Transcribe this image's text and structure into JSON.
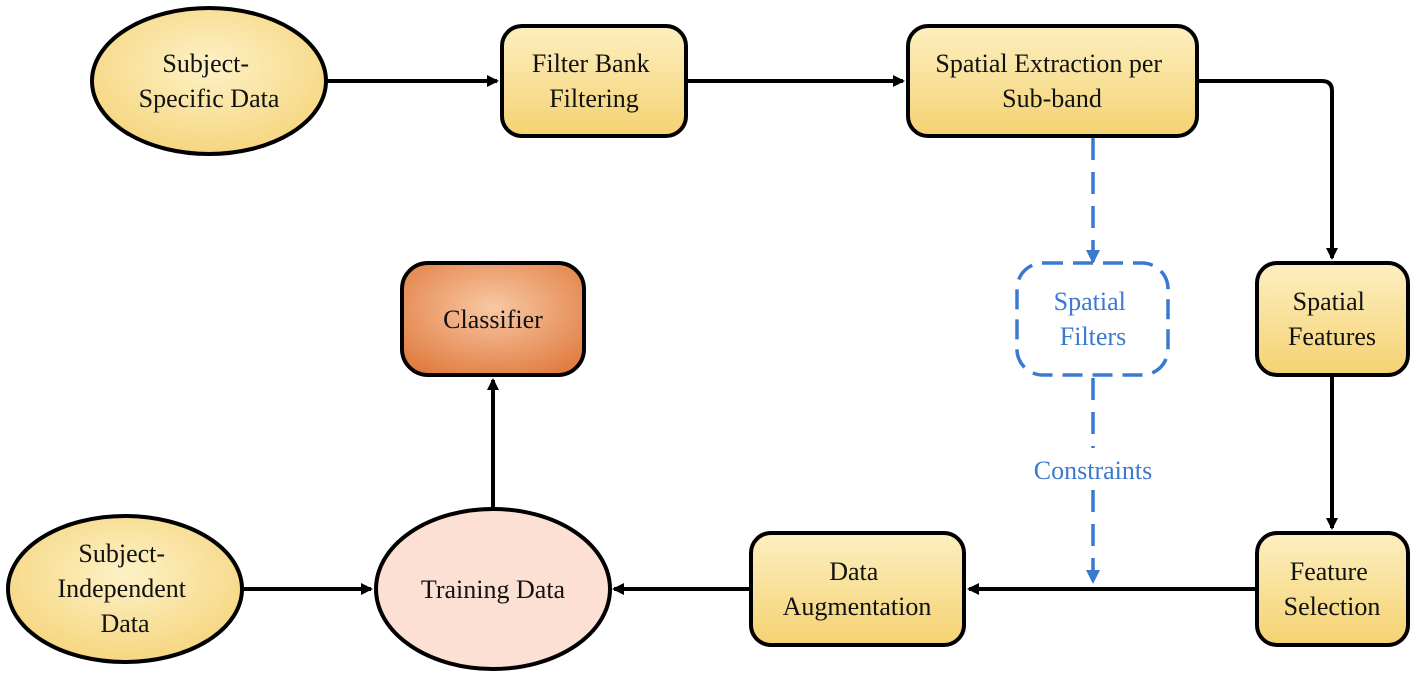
{
  "diagram": {
    "nodes": {
      "subject_specific_data": {
        "lines": [
          "Subject-",
          "Specific Data"
        ]
      },
      "filter_bank_filtering": {
        "lines": [
          "Filter Bank",
          "Filtering"
        ]
      },
      "spatial_extraction": {
        "lines": [
          "Spatial Extraction per",
          "Sub-band"
        ]
      },
      "spatial_features": {
        "lines": [
          "Spatial",
          "Features"
        ]
      },
      "feature_selection": {
        "lines": [
          "Feature",
          "Selection"
        ]
      },
      "data_augmentation": {
        "lines": [
          "Data",
          "Augmentation"
        ]
      },
      "training_data": {
        "lines": [
          "Training Data"
        ]
      },
      "classifier": {
        "lines": [
          "Classifier"
        ]
      },
      "subject_independent_data": {
        "lines": [
          "Subject-",
          "Independent",
          "Data"
        ]
      },
      "spatial_filters": {
        "lines": [
          "Spatial",
          "Filters"
        ]
      }
    },
    "edge_labels": {
      "constraints": "Constraints"
    },
    "colors": {
      "process_fill_light": "#fdf0c2",
      "process_fill_dark": "#f6d57a",
      "classifier_fill_light": "#f6b98f",
      "classifier_fill_dark": "#e07a3e",
      "training_fill": "#fbe0d3",
      "stroke": "#000000",
      "dashed_blue": "#3b78d0"
    }
  }
}
